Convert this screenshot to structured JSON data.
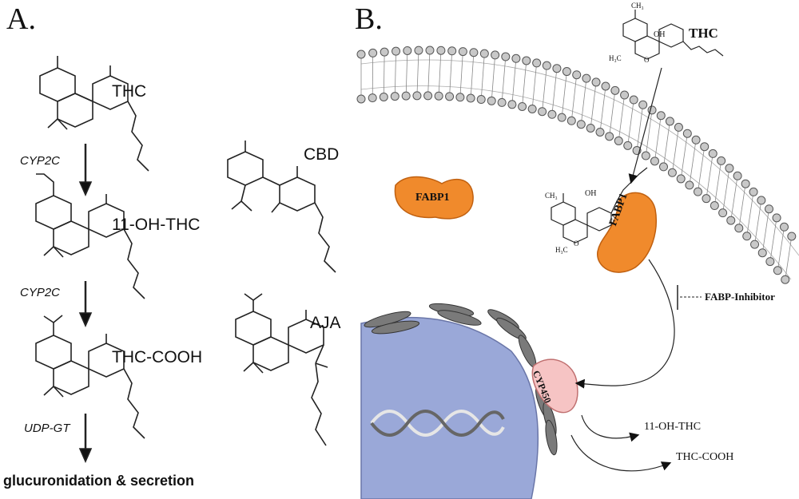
{
  "panel_a": {
    "label": "A.",
    "compounds": {
      "thc": "THC",
      "oh_thc": "11-OH-THC",
      "thc_cooh": "THC-COOH",
      "cbd": "CBD",
      "aja": "AJA"
    },
    "enzymes": {
      "step1": "CYP2C",
      "step2": "CYP2C",
      "step3": "UDP-GT"
    },
    "final_step": "glucuronidation & secretion"
  },
  "panel_b": {
    "label": "B.",
    "thc_label": "THC",
    "fabp1_free": "FABP1",
    "fabp1_bound": "FABP1",
    "inhibitor": "FABP-Inhibitor",
    "cyp450": "CYP450",
    "product1": "11-OH-THC",
    "product2": "THC-COOH",
    "atoms": {
      "oh": "OH",
      "o": "O",
      "h": "H",
      "ch3": "CH₃",
      "h3c": "H₃C"
    }
  },
  "colors": {
    "membrane_head": "#c8c8c8",
    "nucleus": "#9aa8d8",
    "fabp1": "#f08a2c",
    "cyp450": "#f6c4c4",
    "ribosome": "#7a7a7a"
  }
}
